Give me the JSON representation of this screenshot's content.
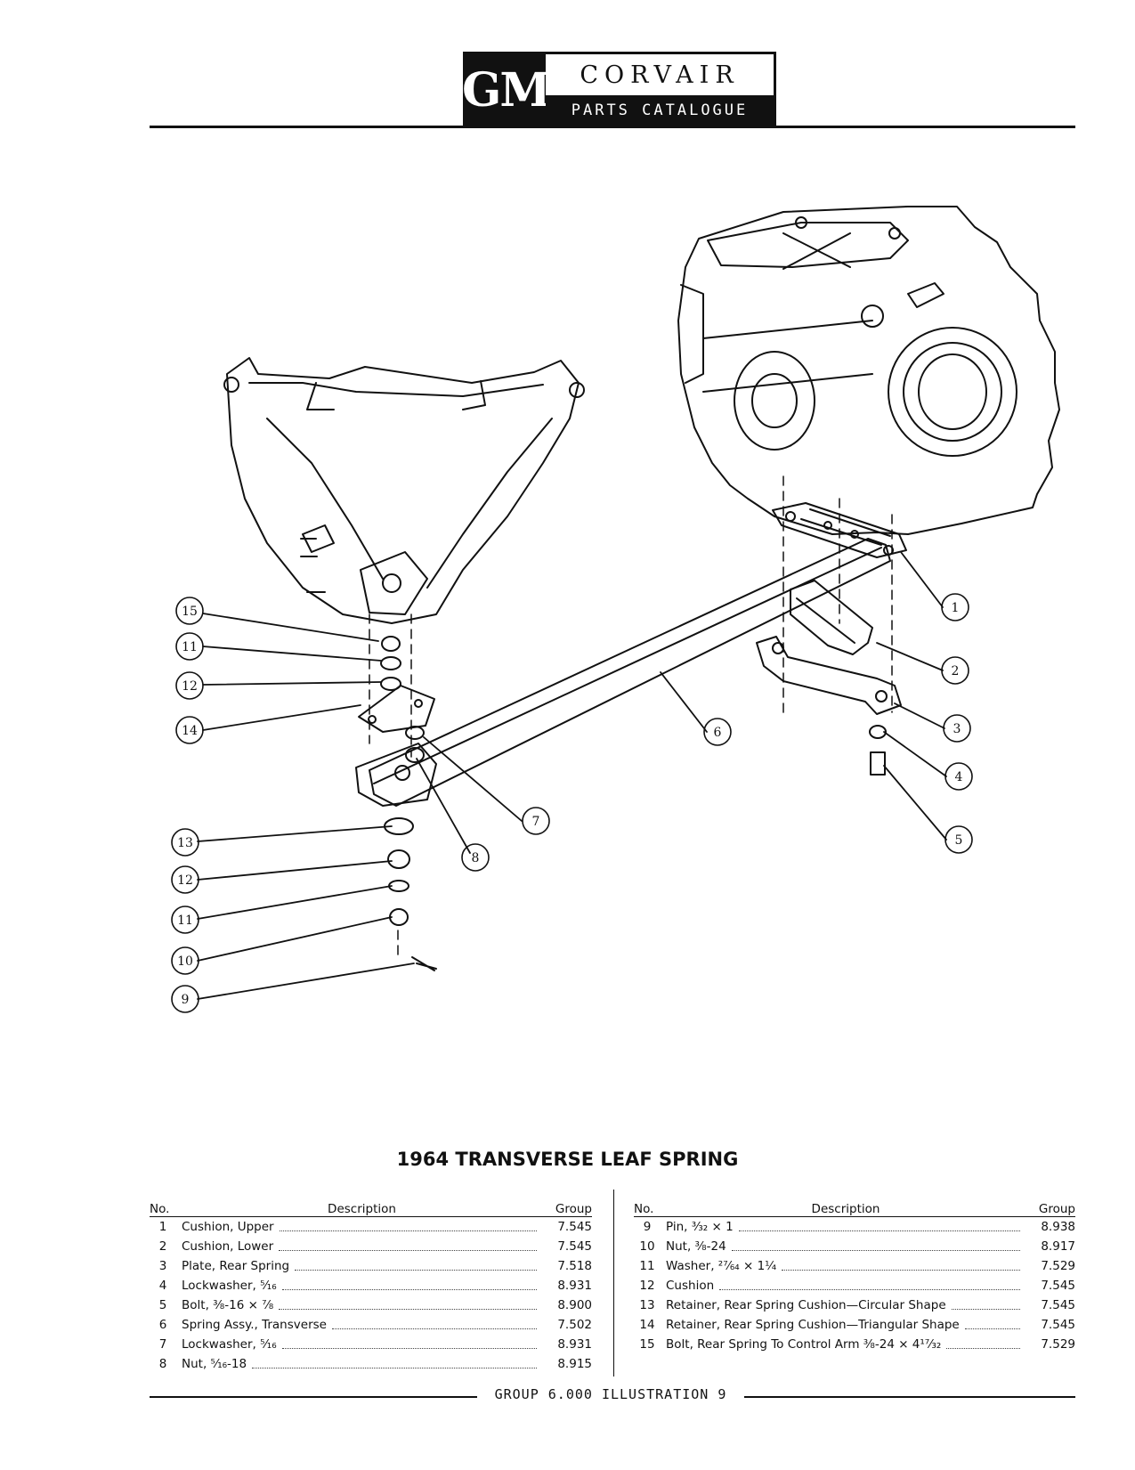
{
  "header": {
    "logo_mark": "GM",
    "brand": "CORVAIR",
    "subtitle": "PARTS CATALOGUE"
  },
  "caption": "1964 TRANSVERSE LEAF SPRING",
  "table_left": {
    "headers": {
      "no": "No.",
      "description": "Description",
      "group": "Group"
    },
    "rows": [
      {
        "no": "1",
        "description": "Cushion, Upper",
        "group": "7.545"
      },
      {
        "no": "2",
        "description": "Cushion, Lower",
        "group": "7.545"
      },
      {
        "no": "3",
        "description": "Plate, Rear Spring",
        "group": "7.518"
      },
      {
        "no": "4",
        "description": "Lockwasher, ⁵⁄₁₆",
        "group": "8.931"
      },
      {
        "no": "5",
        "description": "Bolt, ⅜-16 × ⅞",
        "group": "8.900"
      },
      {
        "no": "6",
        "description": "Spring Assy., Transverse",
        "group": "7.502"
      },
      {
        "no": "7",
        "description": "Lockwasher, ⁵⁄₁₆",
        "group": "8.931"
      },
      {
        "no": "8",
        "description": "Nut, ⁵⁄₁₆-18",
        "group": "8.915"
      }
    ]
  },
  "table_right": {
    "headers": {
      "no": "No.",
      "description": "Description",
      "group": "Group"
    },
    "rows": [
      {
        "no": "9",
        "description": "Pin, ³⁄₃₂ × 1",
        "group": "8.938"
      },
      {
        "no": "10",
        "description": "Nut, ⅜-24",
        "group": "8.917"
      },
      {
        "no": "11",
        "description": "Washer, ²⁷⁄₆₄ × 1¼",
        "group": "7.529"
      },
      {
        "no": "12",
        "description": "Cushion",
        "group": "7.545"
      },
      {
        "no": "13",
        "description": "Retainer, Rear Spring Cushion—Circular Shape",
        "group": "7.545"
      },
      {
        "no": "14",
        "description": "Retainer, Rear Spring Cushion—Triangular Shape",
        "group": "7.545"
      },
      {
        "no": "15",
        "description": "Bolt, Rear Spring To Control Arm ⅜-24 × 4¹⁷⁄₃₂",
        "group": "7.529"
      }
    ]
  },
  "footer": "GROUP 6.000 ILLUSTRATION 9",
  "callouts": [
    "1",
    "2",
    "3",
    "4",
    "5",
    "6",
    "7",
    "8",
    "9",
    "10",
    "11",
    "12",
    "13",
    "14",
    "15",
    "11",
    "12"
  ]
}
